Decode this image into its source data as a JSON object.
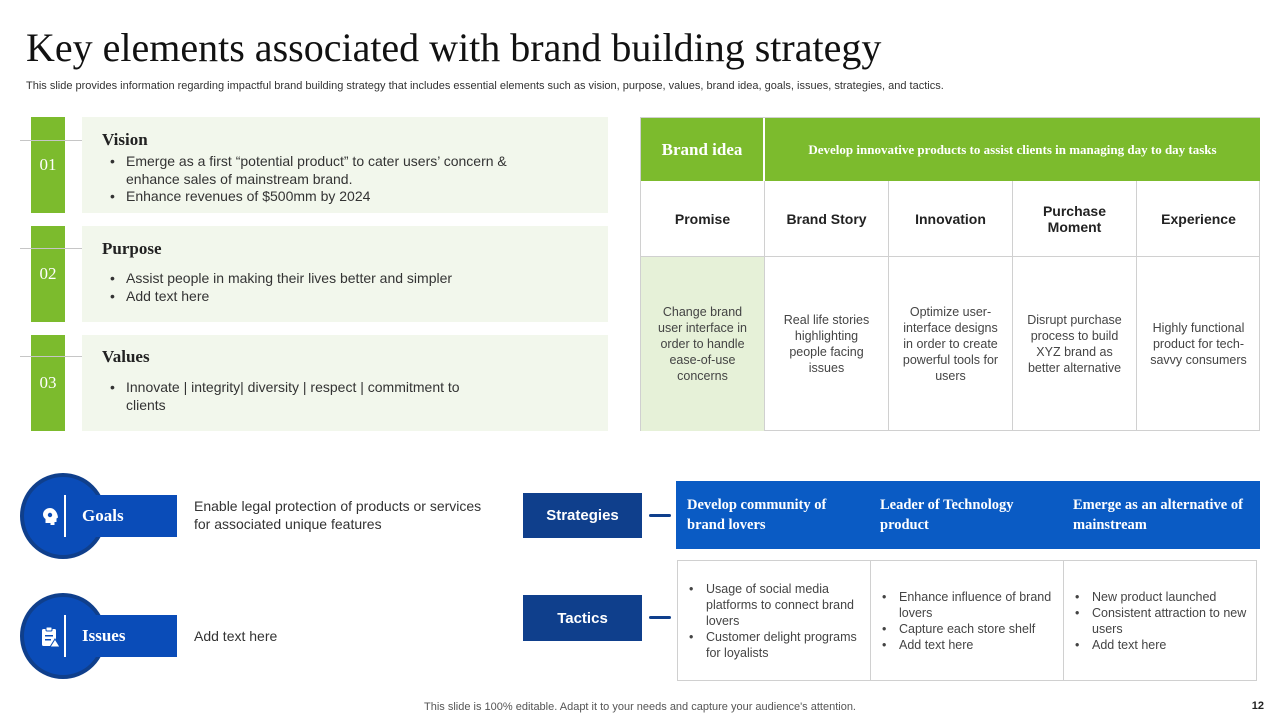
{
  "title": "Key elements associated with brand building strategy",
  "subtitle": "This slide provides information regarding impactful brand building strategy that includes essential elements such as vision, purpose, values, brand idea, goals, issues, strategies, and tactics.",
  "elements": [
    {
      "number": "01",
      "heading": "Vision",
      "bullets": [
        "Emerge as a first “potential product” to cater users’ concern & enhance sales of mainstream brand.",
        "Enhance revenues of $500mm by 2024"
      ]
    },
    {
      "number": "02",
      "heading": "Purpose",
      "bullets": [
        "Assist people in making their lives better and simpler",
        "Add text here"
      ]
    },
    {
      "number": "03",
      "heading": "Values",
      "bullets": [
        "Innovate | integrity| diversity | respect |  commitment to clients"
      ]
    }
  ],
  "brand_table": {
    "idea_label": "Brand idea",
    "idea_text": "Develop innovative products to assist clients in managing day to day tasks",
    "columns": [
      {
        "header": "Promise",
        "body": "Change brand user interface in order to handle ease-of-use concerns"
      },
      {
        "header": "Brand Story",
        "body": "Real life stories highlighting people facing issues"
      },
      {
        "header": "Innovation",
        "body": "Optimize user-interface designs in order to create powerful tools for users"
      },
      {
        "header": "Purchase Moment",
        "body": "Disrupt purchase process to build XYZ brand as better alternative"
      },
      {
        "header": "Experience",
        "body": "Highly functional product for tech-savvy consumers"
      }
    ]
  },
  "goals": {
    "label": "Goals",
    "text": "Enable legal protection of products or services for associated unique features",
    "icon": "brain-gear-icon"
  },
  "issues": {
    "label": "Issues",
    "text": "Add text here",
    "icon": "clipboard-alert-icon"
  },
  "strategies": {
    "label": "Strategies",
    "items": [
      "Develop community of brand lovers",
      "Leader of Technology product",
      "Emerge as an alternative of mainstream"
    ]
  },
  "tactics": {
    "label": "Tactics",
    "columns": [
      [
        "Usage of social media platforms to connect brand lovers",
        "Customer delight programs for loyalists"
      ],
      [
        "Enhance influence of brand lovers",
        "Capture each store shelf",
        "Add text here"
      ],
      [
        "New product launched",
        "Consistent attraction to new users",
        "Add text here"
      ]
    ]
  },
  "footer": "This slide is 100% editable. Adapt it to your needs and capture your audience's attention.",
  "page_number": "12",
  "colors": {
    "green": "#7cbb2d",
    "light_green": "#f2f7ec",
    "blue": "#0a4cb8",
    "dark_blue": "#0f3f8c"
  }
}
